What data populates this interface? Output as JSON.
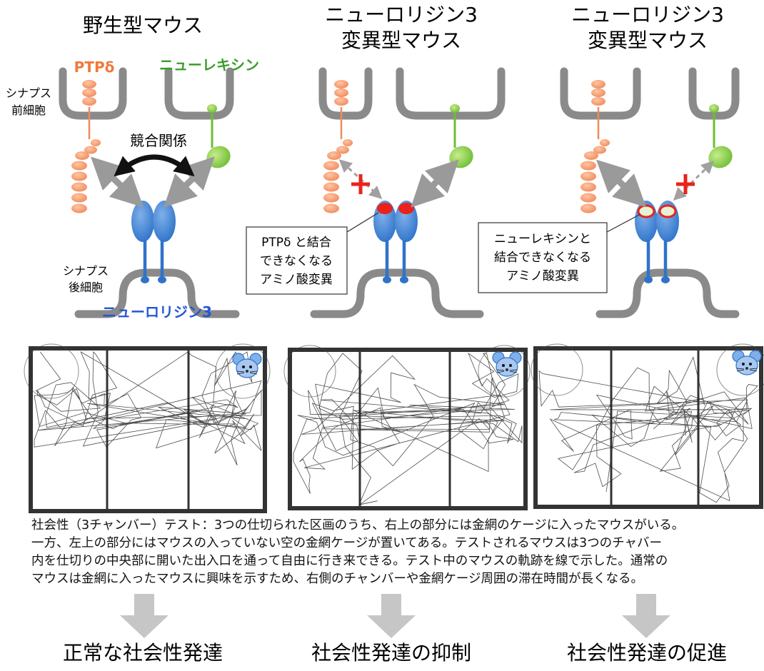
{
  "panels": [
    {
      "title_lines": [
        "野生型マウス"
      ],
      "ptp_label": "PTPδ",
      "neurexin_label": "ニューレキシン",
      "pre_label_lines": [
        "シナプス",
        "前細胞"
      ],
      "competition_label": "競合関係",
      "post_label_lines": [
        "シナプス",
        "後細胞"
      ],
      "neuroligin_label": "ニューロリジン3"
    },
    {
      "title_lines": [
        "ニューロリジン3",
        "変異型マウス"
      ],
      "callout_lines": [
        "PTPδ と結合",
        "できなくなる",
        "アミノ酸変異"
      ]
    },
    {
      "title_lines": [
        "ニューロリジン3",
        "変異型マウス"
      ],
      "callout_lines": [
        "ニューレキシンと",
        "結合できなくなる",
        "アミノ酸変異"
      ]
    }
  ],
  "caption_lines": [
    "社会性（3チャンバー）テスト：3つの仕切られた区画のうち、右上の部分には金網のケージに入ったマウスがいる。",
    "一方、左上の部分にはマウスの入っていない空の金網ケージが置いてある。テストされるマウスは3つのチャバー",
    "内を仕切りの中央部に開いた出入口を通って自由に行き来できる。テスト中のマウスの軌跡を線で示した。通常の",
    "マウスは金網に入ったマウスに興味を示すため、右側のチャンバーや金網ケージ周囲の滞在時間が長くなる。"
  ],
  "outcomes": [
    "正常な社会性発達",
    "社会性発達の抑制",
    "社会性発達の促進"
  ],
  "colors": {
    "ptp": "#f08a5d",
    "neurexin": "#7cc242",
    "neuroligin": "#2f73c9",
    "membrane": "#8a8a8a",
    "mutation_red": "#e8231b",
    "mutation_pale": "#e6f2d2",
    "arrow_gray": "#9a9a9a",
    "flow_arrow": "#c6c6c6",
    "label_ptp_text": "#ee7a3a",
    "label_neurexin_text": "#3b9d2b",
    "label_neuroligin_text": "#2357d6"
  },
  "icons": {
    "cross_mark": "red-x-icon",
    "mouse": "mouse-icon"
  }
}
